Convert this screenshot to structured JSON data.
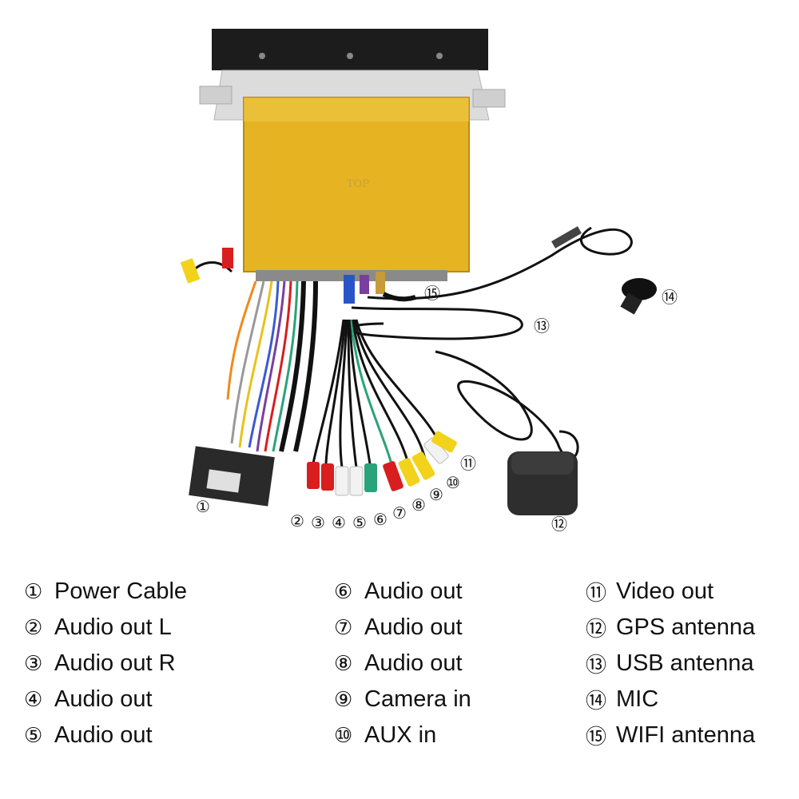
{
  "box_label": "TOP",
  "callouts": {
    "c1": "①",
    "c2": "②",
    "c3": "③",
    "c4": "④",
    "c5": "⑤",
    "c6": "⑥",
    "c7": "⑦",
    "c8": "⑧",
    "c9": "⑨",
    "c10": "⑩",
    "c11": "⑪",
    "c12": "⑫",
    "c13": "⑬",
    "c14": "⑭",
    "c15": "⑮"
  },
  "legend": {
    "col1": [
      {
        "num": "①",
        "label": "Power Cable"
      },
      {
        "num": "②",
        "label": "Audio out L"
      },
      {
        "num": "③",
        "label": " Audio out R"
      },
      {
        "num": "④",
        "label": "Audio out"
      },
      {
        "num": "⑤",
        "label": "Audio out"
      }
    ],
    "col2": [
      {
        "num": "⑥",
        "label": " Audio out"
      },
      {
        "num": "⑦",
        "label": "Audio out"
      },
      {
        "num": "⑧",
        "label": "Audio out"
      },
      {
        "num": "⑨",
        "label": "Camera in"
      },
      {
        "num": "⑩",
        "label": "AUX in"
      }
    ],
    "col3": [
      {
        "num": "⑪",
        "label": "Video out"
      },
      {
        "num": "⑫",
        "label": "GPS antenna"
      },
      {
        "num": "⑬",
        "label": " USB antenna"
      },
      {
        "num": "⑭",
        "label": " MIC"
      },
      {
        "num": "⑮",
        "label": " WIFI antenna"
      }
    ]
  },
  "colors": {
    "box_gold": "#e6b422",
    "bezel": "#1c1c1c",
    "bracket": "#d9d9d9",
    "rca_red": "#d81e1e",
    "rca_white": "#f2f2f2",
    "rca_green": "#2aa27a",
    "rca_yellow": "#f2d21a",
    "gps_body": "#2e2e2e"
  }
}
